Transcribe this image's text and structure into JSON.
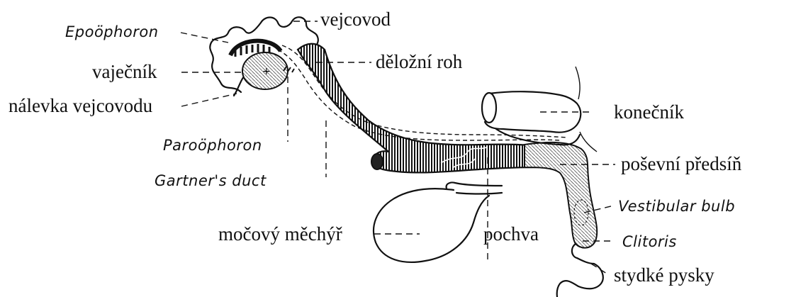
{
  "labels": {
    "epoophoron": "Epoöphoron",
    "vejcovod": "vejcovod",
    "vajecnik": "vaječník",
    "delozni_roh": "děložní roh",
    "nalevka": "nálevka vejcovodu",
    "konecnik": "konečník",
    "paroophoron": "Paroöphoron",
    "posevni_predsin": "poševní předsíň",
    "gartners_duct": "Gartner's duct",
    "vestibular_bulb": "Vestibular bulb",
    "mocovy_mechyr": "močový měchýř",
    "pochva": "pochva",
    "clitoris": "Clitoris",
    "stydke_pysky": "stydké pysky"
  },
  "colors": {
    "ink": "#111111",
    "background": "#ffffff"
  }
}
